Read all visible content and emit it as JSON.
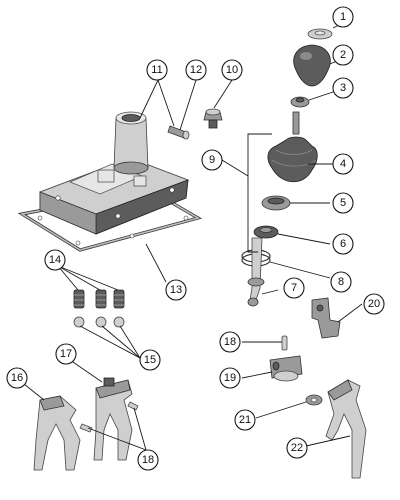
{
  "callouts": {
    "c1": "1",
    "c2": "2",
    "c3": "3",
    "c4": "4",
    "c5": "5",
    "c6": "6",
    "c7": "7",
    "c8": "8",
    "c9": "9",
    "c10": "10",
    "c11": "11",
    "c12": "12",
    "c13": "13",
    "c14": "14",
    "c15": "15",
    "c16": "16",
    "c17": "17",
    "c18a": "18",
    "c18b": "18",
    "c19": "19",
    "c20": "20",
    "c21": "21",
    "c22": "22"
  },
  "colors": {
    "metal_dark": "#5c5c5c",
    "metal_mid": "#9a9a9a",
    "metal_light": "#cfcfcf",
    "line": "#1a1a1a"
  }
}
